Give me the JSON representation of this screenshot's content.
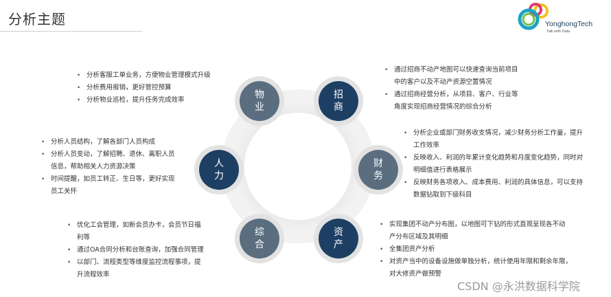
{
  "title": "分析主题",
  "logo": {
    "name": "YonghongTech",
    "tagline": "Talk with Data"
  },
  "colors": {
    "dark_node": "#1d3f63",
    "gray_node": "#5a6e80",
    "ring": "#e2e2e2"
  },
  "nodes": {
    "wuye": {
      "line1": "物",
      "line2": "业"
    },
    "zhaoshang": {
      "line1": "招",
      "line2": "商"
    },
    "caiwu": {
      "line1": "财",
      "line2": "务"
    },
    "zichan": {
      "line1": "资",
      "line2": "产"
    },
    "zonghe": {
      "line1": "综",
      "line2": "合"
    },
    "renli": {
      "line1": "人",
      "line2": "力"
    }
  },
  "blocks": {
    "wuye": [
      "分析客服工单业务，方便物业管理模式升级",
      "分析费用报销，更好管控预算",
      "分析物业巡检，提升任务完成效率"
    ],
    "zhaoshang": [
      [
        "通过招商不动产地图可以快速查询当前项目",
        "中的客户以及不动产资源空置情况"
      ],
      [
        "通过招商经营分析，从项目、客户、行业等",
        "角度实现招商经营情况的综合分析"
      ]
    ],
    "caiwu": [
      [
        "分析企业或部门财务收支情况，减少财务分析工作量，提升",
        "工作效率"
      ],
      [
        "反映收入、利润的年累计变化趋势和月度变化趋势，同时对",
        "明细值进行表格展示"
      ],
      [
        "反映财务各项收入、成本费用、利润的具体信息，可以支持",
        "数据钻取到下级科目"
      ]
    ],
    "renli": [
      [
        "分析人员结构，了解各部门人员构成"
      ],
      [
        "分析人员变动，了解招聘、退休、离职人员",
        "信息，帮助相关人力资源决策"
      ],
      [
        "时间提醒，如员工转正、生日等，更好实现",
        "员工关怀"
      ]
    ],
    "zonghe": [
      [
        "优化工会管理，如新会员办卡，会员节日福",
        "利等"
      ],
      [
        "通过OA合同分析和台账查询，加强合同管理"
      ],
      [
        "以部门、流程类型等维度监控流程事项，提",
        "升流程效率"
      ]
    ],
    "zichan": [
      [
        "实现集团不动产分布图，以地图可下钻的形式直观呈现各不动",
        "产分布区域及其明细"
      ],
      [
        "全集团资产分析"
      ],
      [
        "对资产当中的设备设施做单独分析，统计使用年限和剩余年限，",
        "对大修资产做预警"
      ]
    ]
  },
  "watermark": "CSDN @永洪数据科学院"
}
